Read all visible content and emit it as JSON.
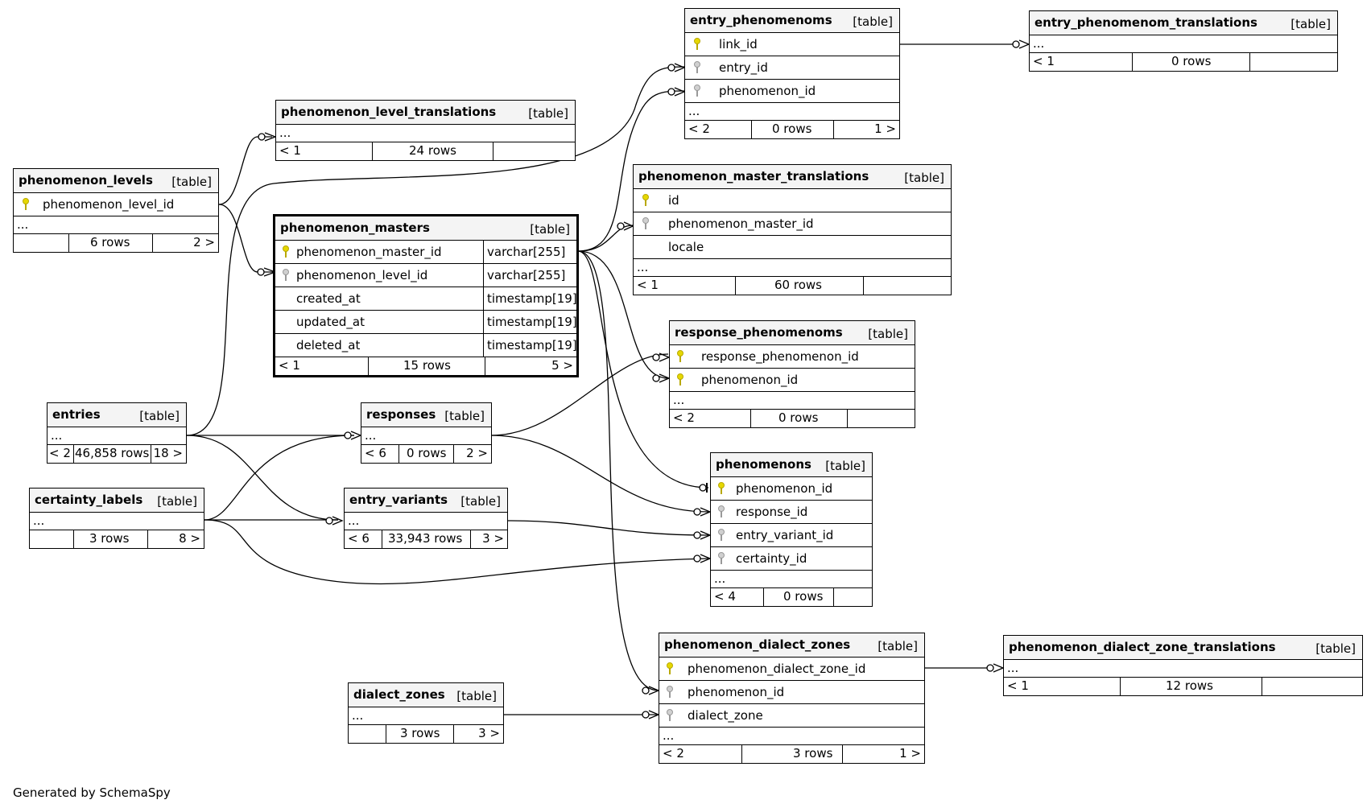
{
  "footer": "Generated by SchemaSpy",
  "tables": {
    "entry_phenomenoms": {
      "name": "entry_phenomenoms",
      "type": "[table]",
      "columns": [
        {
          "name": "link_id",
          "key": "pk"
        },
        {
          "name": "entry_id",
          "key": "fk"
        },
        {
          "name": "phenomenon_id",
          "key": "fk"
        }
      ],
      "ellipsis": "...",
      "parents": "< 2",
      "rows": "0 rows",
      "children": "1 >"
    },
    "entry_phenomenom_translations": {
      "name": "entry_phenomenom_translations",
      "type": "[table]",
      "ellipsis": "...",
      "parents": "< 1",
      "rows": "0 rows",
      "children": ""
    },
    "phenomenon_level_translations": {
      "name": "phenomenon_level_translations",
      "type": "[table]",
      "ellipsis": "...",
      "parents": "< 1",
      "rows": "24 rows",
      "children": ""
    },
    "phenomenon_levels": {
      "name": "phenomenon_levels",
      "type": "[table]",
      "columns": [
        {
          "name": "phenomenon_level_id",
          "key": "pk"
        }
      ],
      "ellipsis": "...",
      "parents": "",
      "rows": "6 rows",
      "children": "2 >"
    },
    "phenomenon_master_translations": {
      "name": "phenomenon_master_translations",
      "type": "[table]",
      "columns": [
        {
          "name": "id",
          "key": "pk"
        },
        {
          "name": "phenomenon_master_id",
          "key": "fk"
        },
        {
          "name": "locale",
          "key": ""
        }
      ],
      "ellipsis": "...",
      "parents": "< 1",
      "rows": "60 rows",
      "children": ""
    },
    "phenomenon_masters": {
      "name": "phenomenon_masters",
      "type": "[table]",
      "columns": [
        {
          "name": "phenomenon_master_id",
          "type": "varchar[255]",
          "key": "pk"
        },
        {
          "name": "phenomenon_level_id",
          "type": "varchar[255]",
          "key": "fk"
        },
        {
          "name": "created_at",
          "type": "timestamp[19]",
          "key": ""
        },
        {
          "name": "updated_at",
          "type": "timestamp[19]",
          "key": ""
        },
        {
          "name": "deleted_at",
          "type": "timestamp[19]",
          "key": ""
        }
      ],
      "parents": "< 1",
      "rows": "15 rows",
      "children": "5 >"
    },
    "response_phenomenoms": {
      "name": "response_phenomenoms",
      "type": "[table]",
      "columns": [
        {
          "name": "response_phenomenon_id",
          "key": "pk"
        },
        {
          "name": "phenomenon_id",
          "key": "pk"
        }
      ],
      "ellipsis": "...",
      "parents": "< 2",
      "rows": "0 rows",
      "children": ""
    },
    "entries": {
      "name": "entries",
      "type": "[table]",
      "ellipsis": "...",
      "parents": "< 2",
      "rows": "46,858 rows",
      "children": "18 >"
    },
    "responses": {
      "name": "responses",
      "type": "[table]",
      "ellipsis": "...",
      "parents": "< 6",
      "rows": "0 rows",
      "children": "2 >"
    },
    "certainty_labels": {
      "name": "certainty_labels",
      "type": "[table]",
      "ellipsis": "...",
      "parents": "",
      "rows": "3 rows",
      "children": "8 >"
    },
    "entry_variants": {
      "name": "entry_variants",
      "type": "[table]",
      "ellipsis": "...",
      "parents": "< 6",
      "rows": "33,943 rows",
      "children": "3 >"
    },
    "phenomenons": {
      "name": "phenomenons",
      "type": "[table]",
      "columns": [
        {
          "name": "phenomenon_id",
          "key": "pk"
        },
        {
          "name": "response_id",
          "key": "fk"
        },
        {
          "name": "entry_variant_id",
          "key": "fk"
        },
        {
          "name": "certainty_id",
          "key": "fk"
        }
      ],
      "ellipsis": "...",
      "parents": "< 4",
      "rows": "0 rows",
      "children": ""
    },
    "phenomenon_dialect_zones": {
      "name": "phenomenon_dialect_zones",
      "type": "[table]",
      "columns": [
        {
          "name": "phenomenon_dialect_zone_id",
          "key": "pk"
        },
        {
          "name": "phenomenon_id",
          "key": "fk"
        },
        {
          "name": "dialect_zone",
          "key": "fk"
        }
      ],
      "ellipsis": "...",
      "parents": "< 2",
      "rows": "3 rows",
      "children": "1 >"
    },
    "phenomenon_dialect_zone_translations": {
      "name": "phenomenon_dialect_zone_translations",
      "type": "[table]",
      "ellipsis": "...",
      "parents": "< 1",
      "rows": "12 rows",
      "children": ""
    },
    "dialect_zones": {
      "name": "dialect_zones",
      "type": "[table]",
      "ellipsis": "...",
      "parents": "",
      "rows": "3 rows",
      "children": "3 >"
    }
  }
}
